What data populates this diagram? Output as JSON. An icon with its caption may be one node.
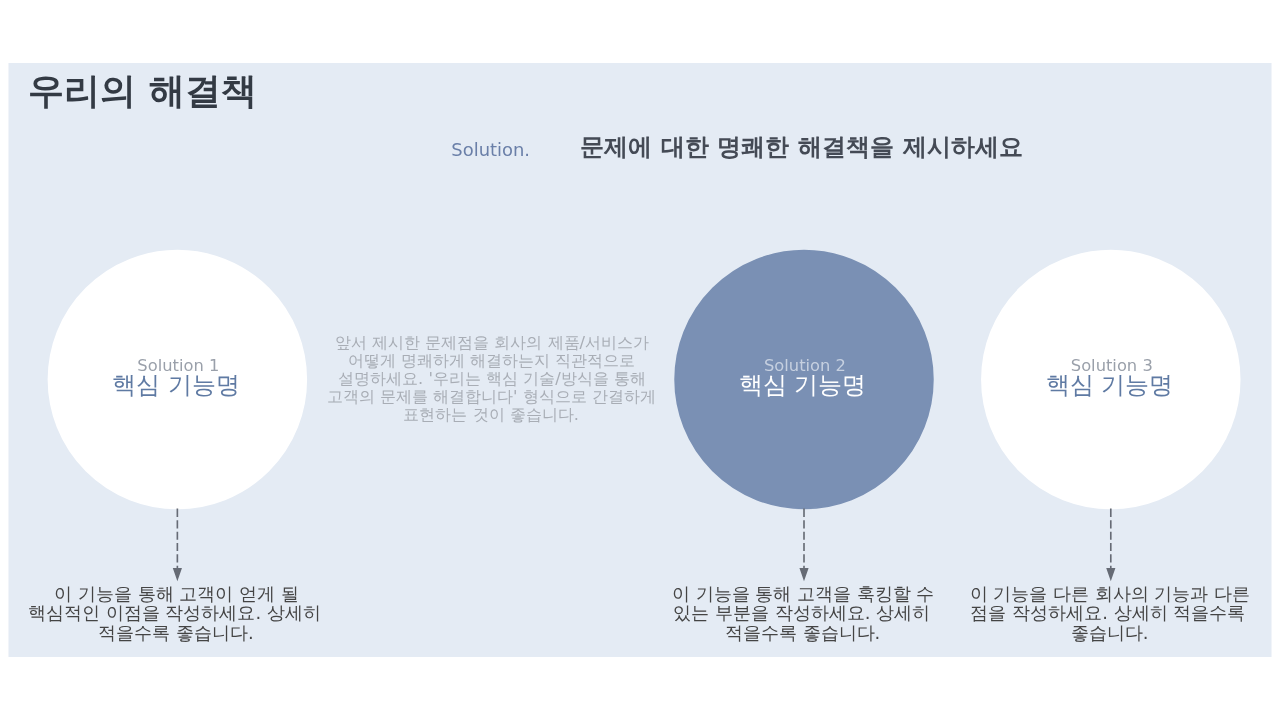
{
  "diagram": {
    "title": "우리의 해결책",
    "nodes": [
      {
        "text": [
          "Solution 1",
          "핵심 기능명"
        ]
      },
      {
        "text": [
          "Solution 2",
          "핵심 기능명"
        ]
      },
      {
        "text": [
          "Solution 3",
          "핵심 기능명"
        ]
      },
      {
        "text": [
          "이 기능을 통해 고객이 얻게 될 핵심적인 이점을 작성하세요. 상세히 적을수록 좋습니다."
        ]
      },
      {
        "text": [
          "이 기능을 통해 고객을 훅킹할 수 있는 부분을 작성하세요. 상세히 적을수록 좋습니다."
        ]
      },
      {
        "text": [
          "이 기능을 다른 회사의 기능과 다른 점을 작성하세요. 상세히 적을수록 좋습니다."
        ]
      }
    ],
    "edges": [
      {
        "from": 0,
        "to": 3,
        "arrow": "to",
        "style": "dashed"
      },
      {
        "from": 1,
        "to": 4,
        "arrow": "to",
        "style": "dashed"
      },
      {
        "from": 2,
        "to": 5,
        "arrow": "to",
        "style": "dashed"
      }
    ],
    "labels": [
      "Solution.",
      "문제에 대한 명쾌한 해결책을 제시하세요",
      "앞서 제시한 문제점을 회사의 제품/서비스가 어떻게 명쾌하게 해결하는지 직관적으로 설명하세요. '우리는 핵심 기술/방식을 통해 고객의 문제를 해결합니다' 형식으로 간결하게 표현하는 것이 좋습니다."
    ]
  }
}
